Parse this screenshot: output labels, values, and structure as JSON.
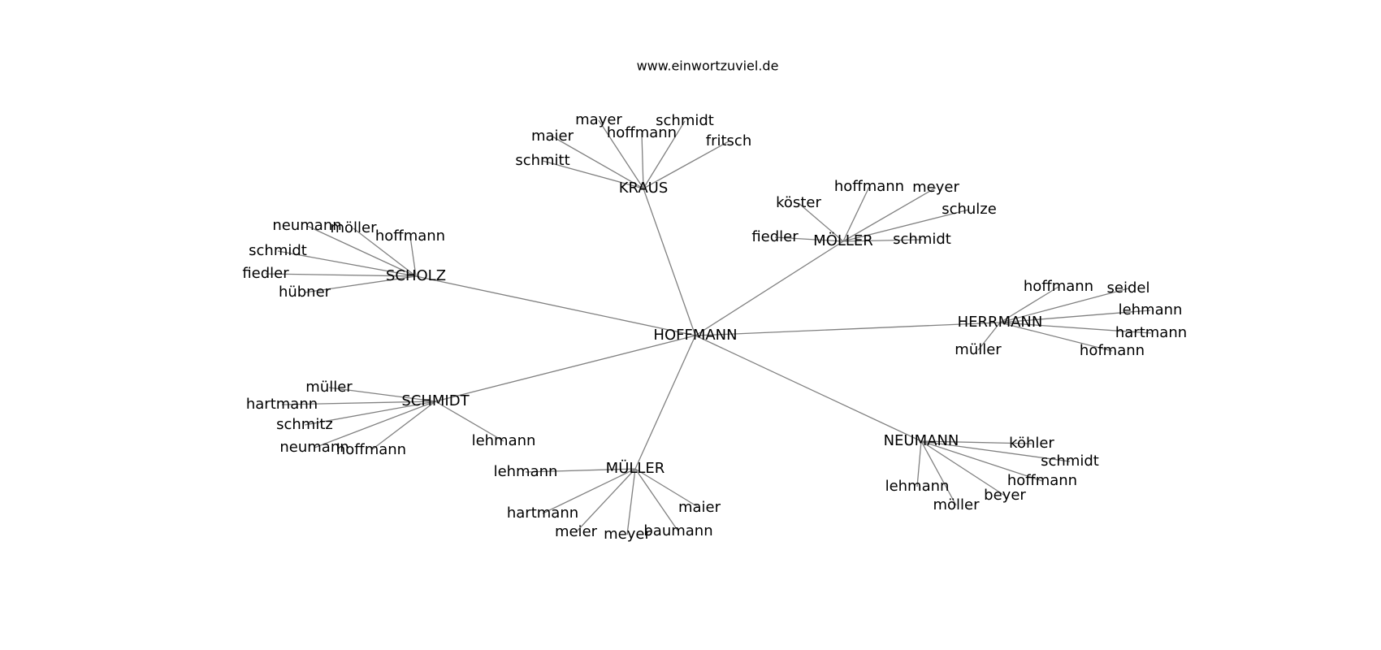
{
  "header": {
    "site": "www.einwortzuviel.de"
  },
  "graph": {
    "root": "HOFFMANN",
    "edge_color": "#808080",
    "groups": [
      {
        "name": "KRAUS",
        "children": [
          "mayer",
          "schmidt",
          "maier",
          "hoffmann",
          "fritsch",
          "schmitt"
        ]
      },
      {
        "name": "MÖLLER",
        "children": [
          "hoffmann",
          "meyer",
          "köster",
          "schulze",
          "fiedler",
          "schmidt"
        ]
      },
      {
        "name": "SCHOLZ",
        "children": [
          "neumann",
          "möller",
          "hoffmann",
          "schmidt",
          "fiedler",
          "hübner"
        ]
      },
      {
        "name": "HERRMANN",
        "children": [
          "hoffmann",
          "seidel",
          "lehmann",
          "hartmann",
          "hofmann",
          "müller"
        ]
      },
      {
        "name": "SCHMIDT",
        "children": [
          "müller",
          "hartmann",
          "schmitz",
          "neumann",
          "hoffmann",
          "lehmann"
        ]
      },
      {
        "name": "MÜLLER",
        "children": [
          "lehmann",
          "hartmann",
          "maier",
          "meier",
          "meyer",
          "baumann"
        ]
      },
      {
        "name": "NEUMANN",
        "children": [
          "köhler",
          "schmidt",
          "hoffmann",
          "lehmann",
          "beyer",
          "möller"
        ]
      }
    ]
  }
}
